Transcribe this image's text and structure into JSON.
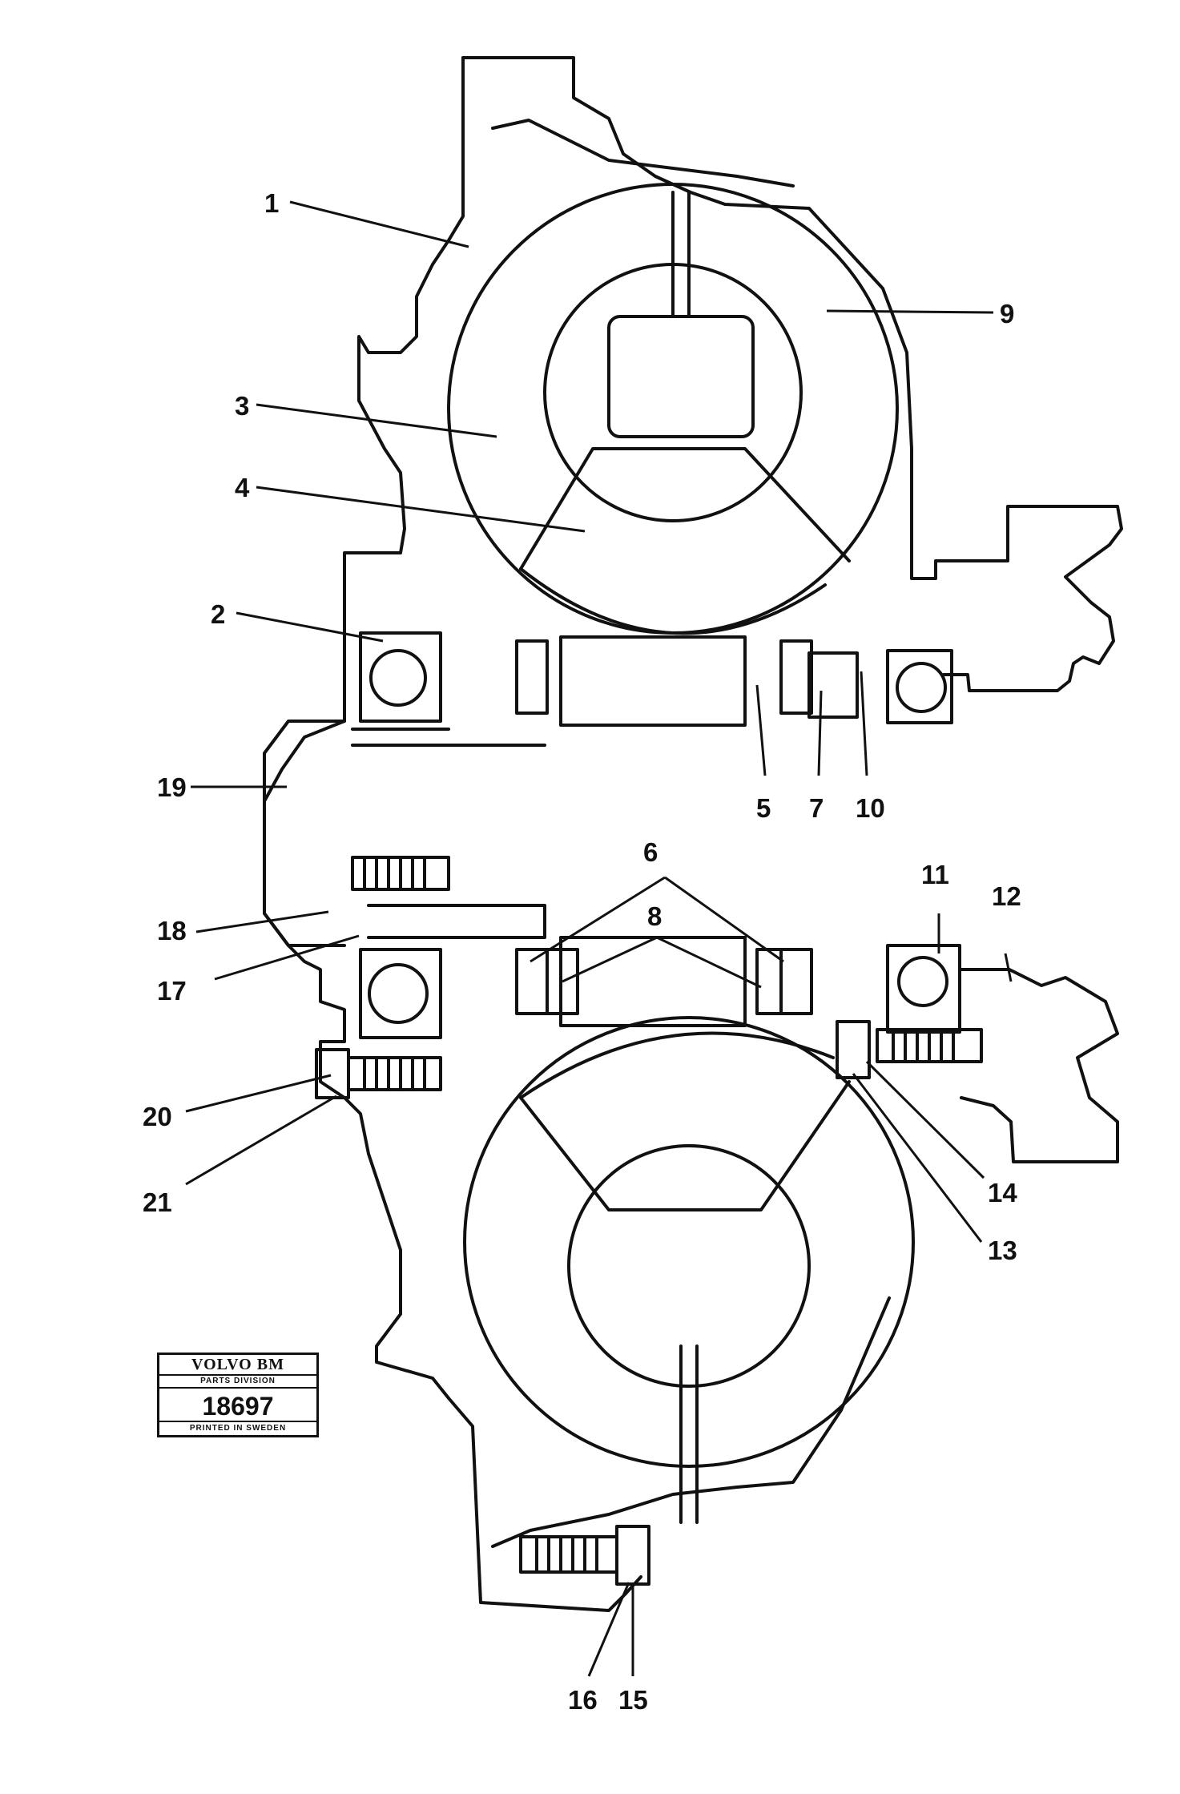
{
  "stamp": {
    "brand": "VOLVO BM",
    "division": "PARTS DIVISION",
    "number": "18697",
    "printed": "PRINTED IN SWEDEN"
  },
  "callouts": [
    "1",
    "2",
    "3",
    "4",
    "5",
    "6",
    "7",
    "8",
    "9",
    "10",
    "11",
    "12",
    "13",
    "14",
    "15",
    "16",
    "17",
    "18",
    "19",
    "20",
    "21"
  ]
}
